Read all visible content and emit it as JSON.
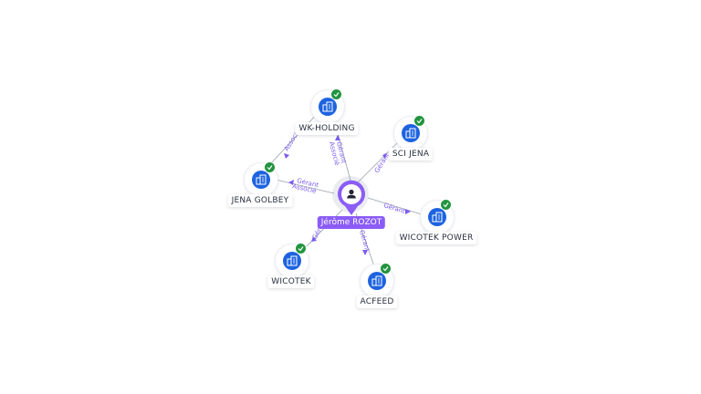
{
  "center": {
    "name": "Jérôme ROZOT",
    "icon": "person-icon"
  },
  "colors": {
    "accent": "#8b5cf6",
    "node": "#1d63e0",
    "verified": "#22943f",
    "edge": "#7c5cf0"
  },
  "companies": [
    {
      "name": "WK-HOLDING",
      "relations": [
        "Gérant",
        "Associé"
      ]
    },
    {
      "name": "SCI JENA",
      "relations": [
        "Gérant"
      ]
    },
    {
      "name": "JENA GOLBEY",
      "relations": [
        "Gérant",
        "Associé"
      ]
    },
    {
      "name": "WICOTEK POWER",
      "relations": [
        "Gérant"
      ]
    },
    {
      "name": "WICOTEK",
      "relations": [
        "Gérant"
      ]
    },
    {
      "name": "ACFEED",
      "relations": [
        "Gérant"
      ]
    }
  ],
  "secondary_relations": [
    {
      "from": "JENA GOLBEY",
      "to": "WK-HOLDING",
      "label": "Associé"
    }
  ]
}
